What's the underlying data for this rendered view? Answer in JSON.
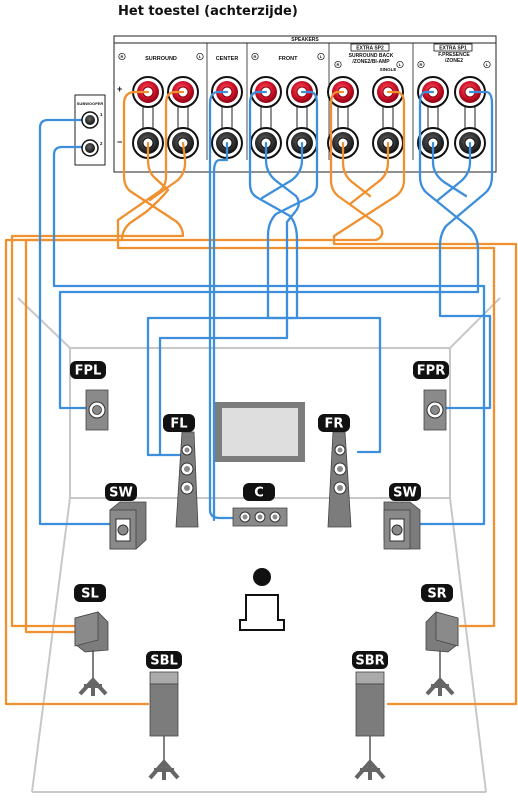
{
  "title": "Het toestel (achterzijde)",
  "panel": {
    "speakers_label": "SPEAKERS",
    "surround_label": "SURROUND",
    "center_label": "CENTER",
    "front_label": "FRONT",
    "extra_sp2_badge": "EXTRA SP2",
    "surround_back_label": "SURROUND BACK",
    "zone2_biamp_label": "/ZONE2/BI-AMP",
    "single_label": "SINGLE",
    "extra_sp1_badge": "EXTRA SP1",
    "f_presence_label": "F.PRESENCE",
    "zone2_label": "/ZONE2",
    "subwoofer_label": "SUBWOOFER",
    "sub_terminal_1": "1",
    "sub_terminal_2": "2",
    "plus_sign": "+",
    "minus_sign": "−",
    "right_marker": "R",
    "left_marker": "L"
  },
  "speakers": {
    "fpl": "FPL",
    "fpr": "FPR",
    "fl": "FL",
    "fr": "FR",
    "c": "C",
    "sw_left": "SW",
    "sw_right": "SW",
    "sl": "SL",
    "sr": "SR",
    "sbl": "SBL",
    "sbr": "SBR"
  },
  "colors": {
    "blue_cable": "#3d8fdc",
    "orange_cable": "#f0902e",
    "terminal_red": "#d0142a",
    "speaker_gray": "#8a8a8a",
    "label_black": "#111111",
    "room_line": "#c8c8c8"
  }
}
